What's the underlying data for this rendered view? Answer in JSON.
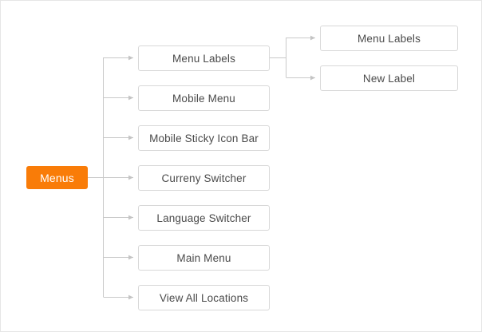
{
  "diagram": {
    "type": "tree",
    "orientation": "left-to-right",
    "colors": {
      "root_fill": "#f97c08",
      "root_text": "#ffffff",
      "node_fill": "#ffffff",
      "node_border": "#d8d8d8",
      "node_text": "#4a4a4a",
      "edge": "#c9c9c9",
      "canvas": "#ffffff",
      "canvas_border": "#e6e6e6"
    },
    "root": {
      "label": "Menus"
    },
    "children": [
      {
        "label": "Menu Labels"
      },
      {
        "label": "Mobile Menu"
      },
      {
        "label": "Mobile Sticky Icon Bar"
      },
      {
        "label": "Curreny Switcher"
      },
      {
        "label": "Language Switcher"
      },
      {
        "label": "Main Menu"
      },
      {
        "label": "View All Locations"
      }
    ],
    "grandchildren": [
      {
        "label": "Menu Labels",
        "parent": "Menu Labels"
      },
      {
        "label": "New Label",
        "parent": "Menu Labels"
      }
    ]
  }
}
